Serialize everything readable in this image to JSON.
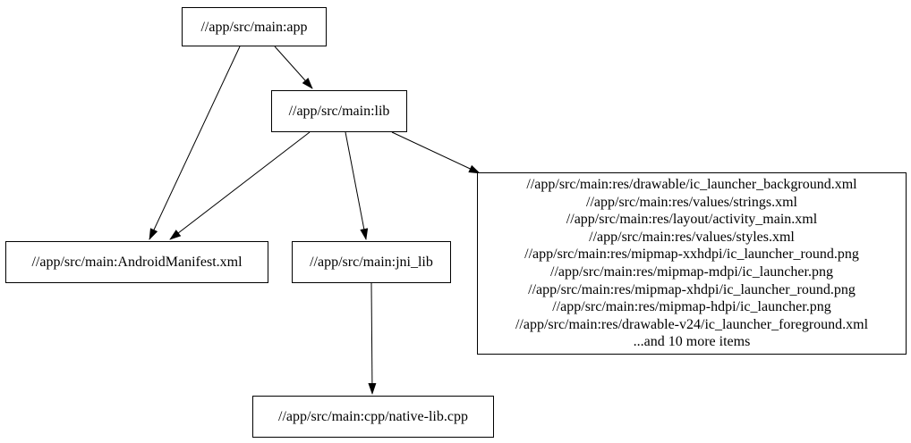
{
  "diagram": {
    "type": "dependency-graph",
    "background_color": "#ffffff",
    "node_border_color": "#000000",
    "text_color": "#000000",
    "edge_color": "#000000"
  },
  "nodes": {
    "app": {
      "id": "app",
      "label": "//app/src/main:app"
    },
    "lib": {
      "id": "lib",
      "label": "//app/src/main:lib"
    },
    "manifest": {
      "id": "manifest",
      "label": "//app/src/main:AndroidManifest.xml"
    },
    "jni_lib": {
      "id": "jni_lib",
      "label": "//app/src/main:jni_lib"
    },
    "native_cpp": {
      "id": "native_cpp",
      "label": "//app/src/main:cpp/native-lib.cpp"
    },
    "res_group": {
      "id": "res_group",
      "lines": [
        "//app/src/main:res/drawable/ic_launcher_background.xml",
        "//app/src/main:res/values/strings.xml",
        "//app/src/main:res/layout/activity_main.xml",
        "//app/src/main:res/values/styles.xml",
        "//app/src/main:res/mipmap-xxhdpi/ic_launcher_round.png",
        "//app/src/main:res/mipmap-mdpi/ic_launcher.png",
        "//app/src/main:res/mipmap-xhdpi/ic_launcher_round.png",
        "//app/src/main:res/mipmap-hdpi/ic_launcher.png",
        "//app/src/main:res/drawable-v24/ic_launcher_foreground.xml",
        "...and 10 more items"
      ]
    }
  },
  "edges": [
    {
      "from": "app",
      "to": "lib"
    },
    {
      "from": "app",
      "to": "manifest"
    },
    {
      "from": "lib",
      "to": "manifest"
    },
    {
      "from": "lib",
      "to": "jni_lib"
    },
    {
      "from": "lib",
      "to": "res_group"
    },
    {
      "from": "jni_lib",
      "to": "native_cpp"
    }
  ]
}
